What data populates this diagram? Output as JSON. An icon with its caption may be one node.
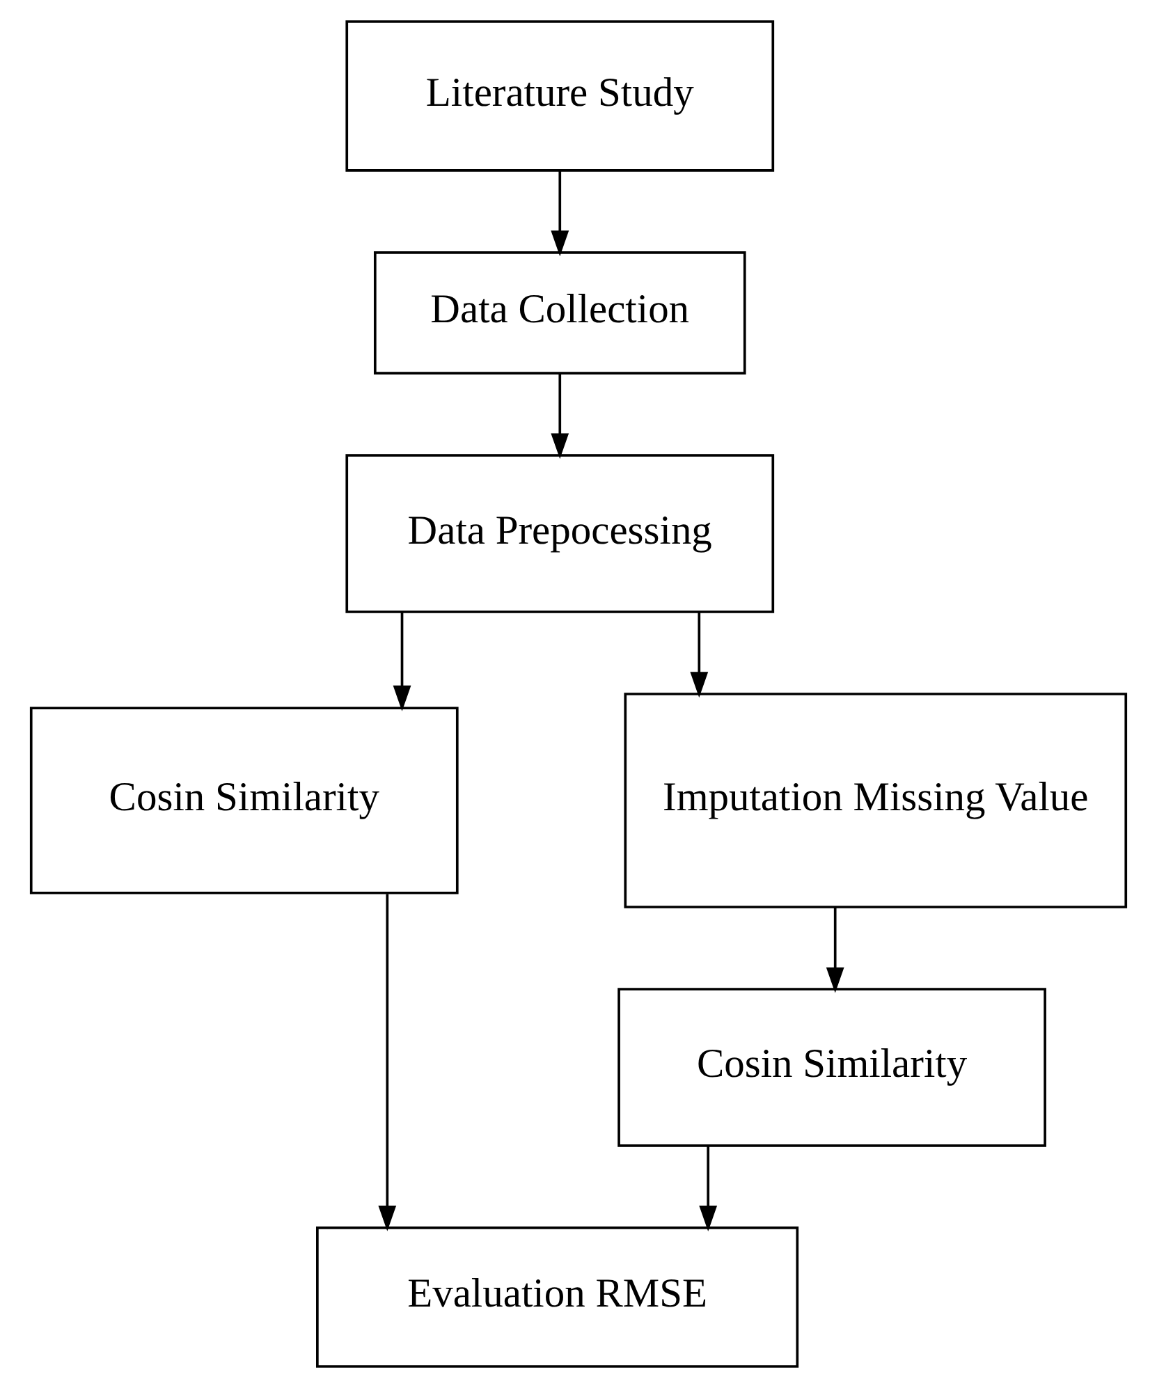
{
  "diagram": {
    "nodes": [
      {
        "text": [
          "Literature Study"
        ]
      },
      {
        "text": [
          "Data Collection"
        ]
      },
      {
        "text": [
          "Data Prepocessing"
        ]
      },
      {
        "text": [
          "Cosin Similarity"
        ]
      },
      {
        "text": [
          "Imputation Missing Value"
        ]
      },
      {
        "text": [
          "Cosin Similarity"
        ]
      },
      {
        "text": [
          "Evaluation RMSE"
        ]
      }
    ],
    "edges": [
      {
        "from": 0,
        "to": 1,
        "arrow": "to"
      },
      {
        "from": 1,
        "to": 2,
        "arrow": "to"
      },
      {
        "from": 2,
        "to": 3,
        "arrow": "to"
      },
      {
        "from": 2,
        "to": 4,
        "arrow": "to"
      },
      {
        "from": 4,
        "to": 5,
        "arrow": "to"
      },
      {
        "from": 3,
        "to": 6,
        "arrow": "to"
      },
      {
        "from": 5,
        "to": 6,
        "arrow": "to"
      }
    ]
  }
}
